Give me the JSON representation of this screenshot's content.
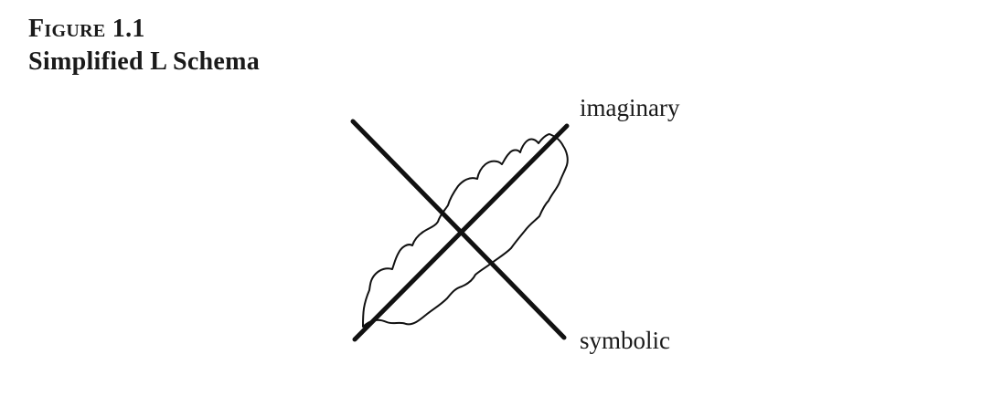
{
  "heading": {
    "number": "Figure 1.1",
    "title": "Simplified L Schema"
  },
  "diagram": {
    "labels": {
      "imaginary": "imaginary",
      "symbolic": "symbolic"
    }
  }
}
